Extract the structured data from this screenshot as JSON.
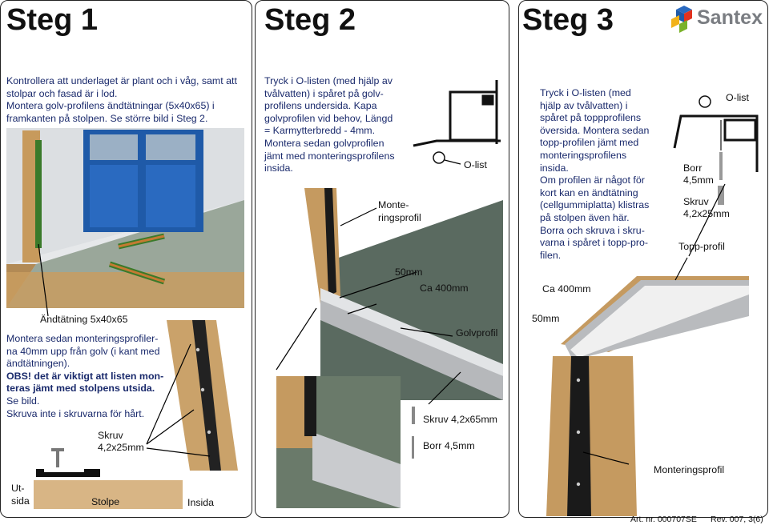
{
  "brand": {
    "name": "Santex"
  },
  "step1": {
    "title": "Steg 1",
    "text": [
      "Kontrollera att underlaget är plant och i våg, samt att",
      "stolpar och fasad är i lod.",
      "Montera golv-profilens ändtätningar (5x40x65) i",
      "framkanten på stolpen. Se större bild i Steg 2."
    ],
    "label_seal": "Ändtätning 5x40x65",
    "text2": [
      "Montera sedan monteringsprofiler-",
      "na 40mm upp från golv (i kant med",
      "ändtätningen)."
    ],
    "warning": [
      "OBS! det är viktigt att listen mon-",
      "teras jämt med stolpens utsida."
    ],
    "text3": [
      "Se bild.",
      "Skruva inte i skruvarna för hårt."
    ],
    "screw_label": [
      "Skruv",
      "4,2x25mm"
    ],
    "outside_label": [
      "Ut-",
      "sida"
    ],
    "post_label": "Stolpe",
    "inside_label": "Insida"
  },
  "step2": {
    "title": "Steg 2",
    "text": [
      "Tryck i O-listen (med hjälp av",
      "tvålvatten) i spåret på golv-",
      "profilens undersida. Kapa",
      "golvprofilen vid behov, Längd",
      "= Karmytterbredd - 4mm.",
      "Montera sedan golvprofilen",
      "jämt med monteringsprofilens",
      "insida."
    ],
    "olist": "O-list",
    "mount_profile": [
      "Monte-",
      "ringsprofil"
    ],
    "dim_50": "50mm",
    "dim_400": "Ca 400mm",
    "floor_profile": "Golvprofil",
    "screw": "Skruv 4,2x65mm",
    "drill": "Borr 4,5mm"
  },
  "step3": {
    "title": "Steg 3",
    "text": [
      "Tryck i O-listen (med",
      "hjälp av tvålvatten) i",
      "spåret på toppprofilens",
      "översida. Montera sedan",
      "topp-profilen jämt med",
      "monteringsprofilens",
      "insida.",
      "Om profilen är något för",
      "kort kan en ändtätning",
      "(cellgummiplatta) klistras",
      "på stolpen även här.",
      "Borra och skruva i skru-",
      "varna i spåret i topp-pro-",
      "filen."
    ],
    "olist": "O-list",
    "drill": [
      "Borr",
      "4,5mm"
    ],
    "screw": [
      "Skruv",
      "4,2x25mm"
    ],
    "top_profile": "Topp-profil",
    "dim_400": "Ca 400mm",
    "dim_50": "50mm",
    "mount_profile": "Monteringsprofil"
  },
  "footer": {
    "art": "Art. nr. 000707SE",
    "rev": "Rev. 007, 3(6)"
  }
}
